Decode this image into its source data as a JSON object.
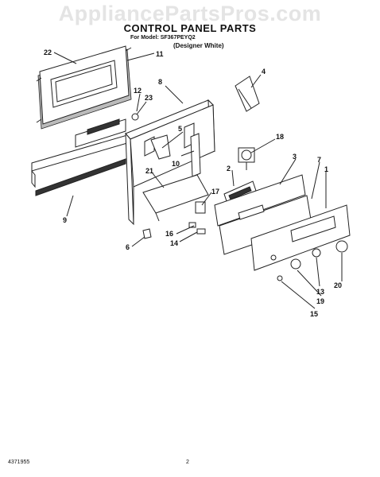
{
  "watermark": "AppliancePartsPros.com",
  "header": {
    "title": "CONTROL PANEL PARTS",
    "model_line": "For Model: SF367PEYQ2",
    "variant": "(Designer White)"
  },
  "footer": {
    "doc_number": "4371955",
    "page_number": "2"
  },
  "callouts": [
    "22",
    "11",
    "12",
    "23",
    "8",
    "4",
    "5",
    "10",
    "18",
    "3",
    "7",
    "1",
    "2",
    "21",
    "17",
    "9",
    "16",
    "14",
    "6",
    "13",
    "20",
    "19",
    "15"
  ]
}
